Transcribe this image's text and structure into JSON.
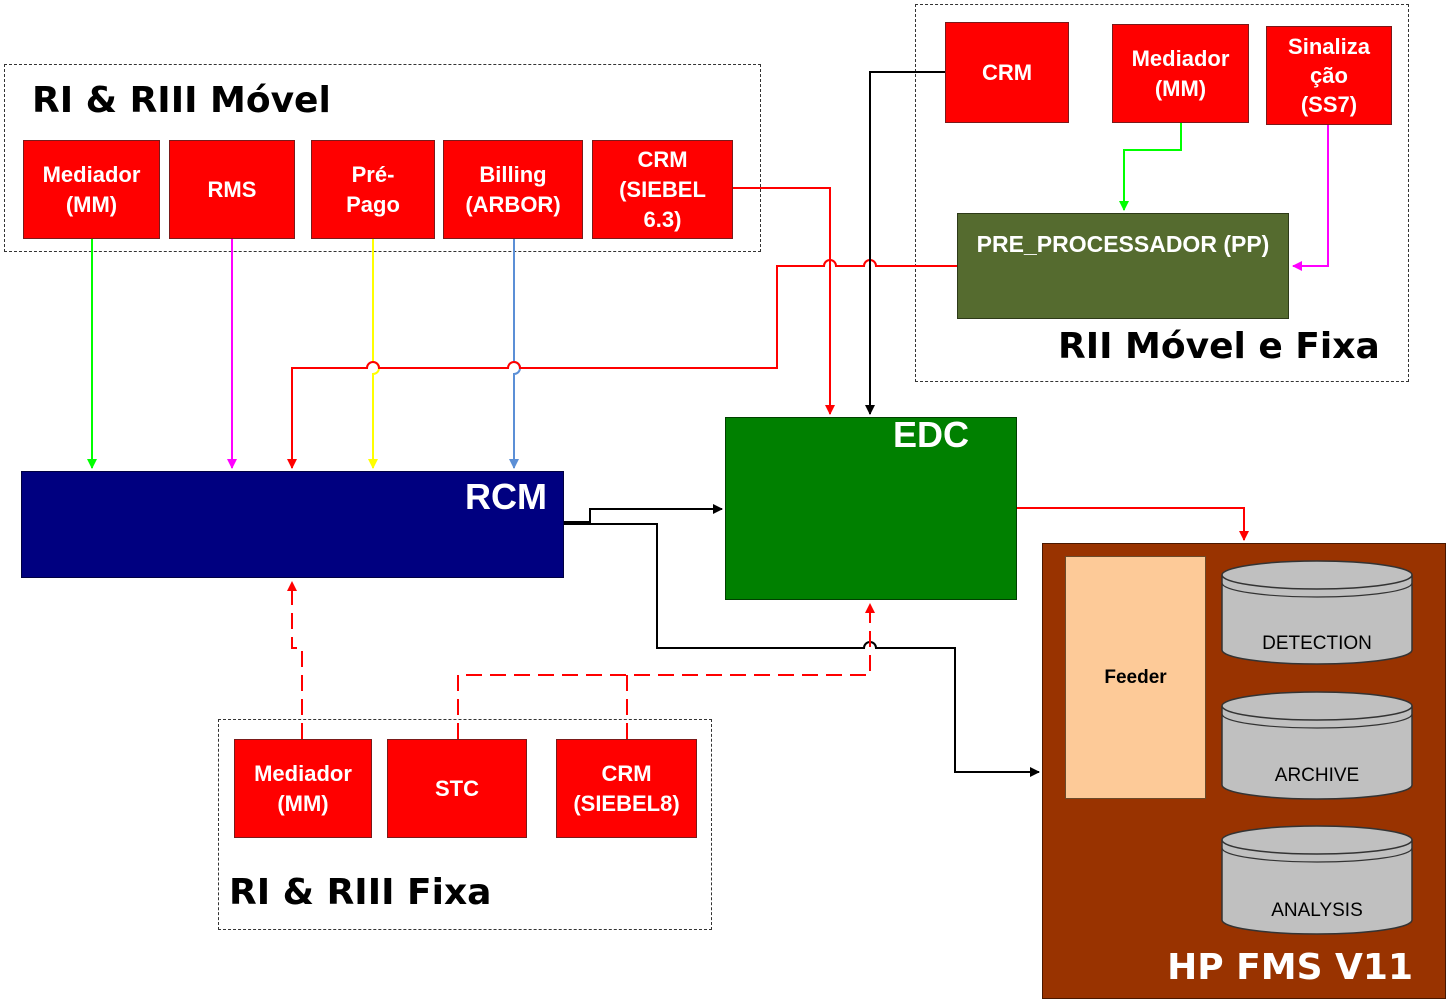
{
  "groups": {
    "ri_riii_movel": "RI & RIII Móvel",
    "rii_movel_fixa": "RII Móvel e Fixa",
    "ri_riii_fixa": "RI & RIII Fixa"
  },
  "nodes": {
    "mediador_movel": "Mediador\n(MM)",
    "rms": "RMS",
    "pre_pago": "Pré-\nPago",
    "billing": "Billing\n(ARBOR)",
    "crm_siebel63": "CRM\n(SIEBEL\n6.3)",
    "crm_top": "CRM",
    "mediador_top": "Mediador\n(MM)",
    "sinalizacao": "Sinaliza\nção\n(SS7)",
    "pre_processador": "PRE_PROCESSADOR (PP)",
    "rcm": "RCM",
    "edc": "EDC",
    "mediador_fixa": "Mediador\n(MM)",
    "stc": "STC",
    "crm_siebel8": "CRM\n(SIEBEL8)",
    "hp_fms": "HP FMS V11",
    "feeder": "Feeder",
    "detection": "DETECTION",
    "archive": "ARCHIVE",
    "analysis": "ANALYSIS"
  },
  "colors": {
    "red_box": "#ff0000",
    "rcm": "#000080",
    "edc": "#008000",
    "pre_processador": "#556b2f",
    "hp_fms": "#993300",
    "feeder": "#fdca98",
    "cylinder": "#c0c0c0"
  }
}
